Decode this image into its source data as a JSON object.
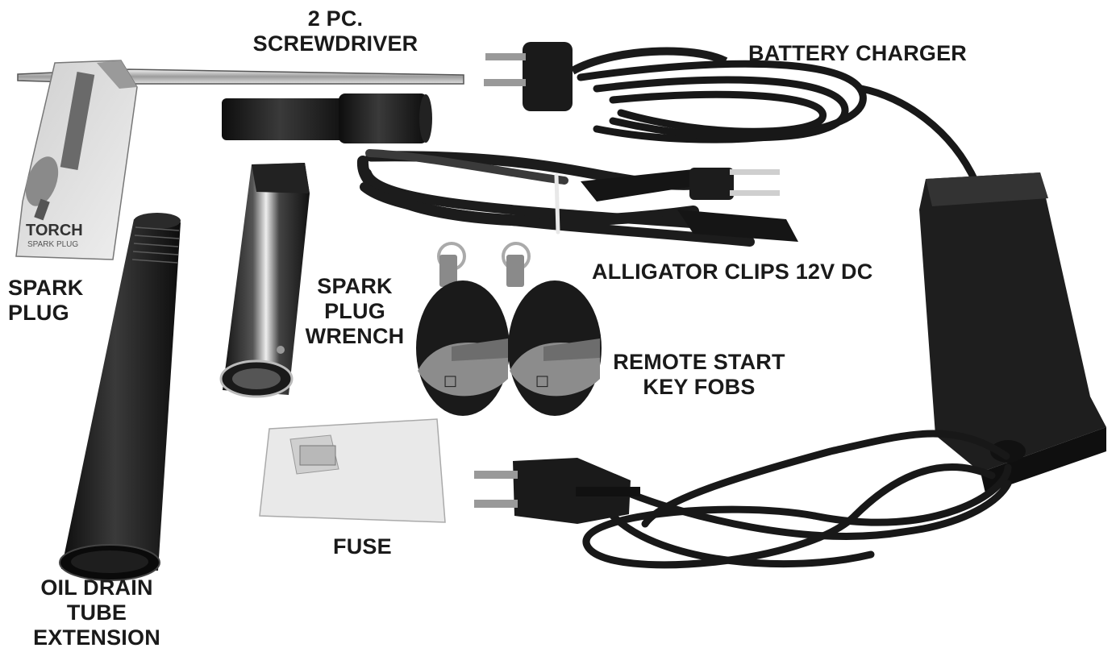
{
  "labels": {
    "screwdriver": [
      "2 PC.",
      "SCREWDRIVER"
    ],
    "battery_charger": [
      "BATTERY CHARGER"
    ],
    "spark_plug": [
      "SPARK",
      "PLUG"
    ],
    "spark_plug_wrench": [
      "SPARK",
      "PLUG",
      "WRENCH"
    ],
    "alligator_clips": [
      "ALLIGATOR CLIPS 12V DC"
    ],
    "remote_start": [
      "REMOTE START",
      "KEY FOBS"
    ],
    "fuse": [
      "FUSE"
    ],
    "oil_drain": [
      "OIL DRAIN",
      "TUBE",
      "EXTENSION"
    ]
  },
  "spark_plug_box": {
    "brand": "TORCH",
    "subtitle": "SPARK PLUG"
  },
  "colors": {
    "background": "#ffffff",
    "text": "#1a1a1a",
    "object": "#1c1c1c",
    "metal": "#bdbdbd"
  }
}
